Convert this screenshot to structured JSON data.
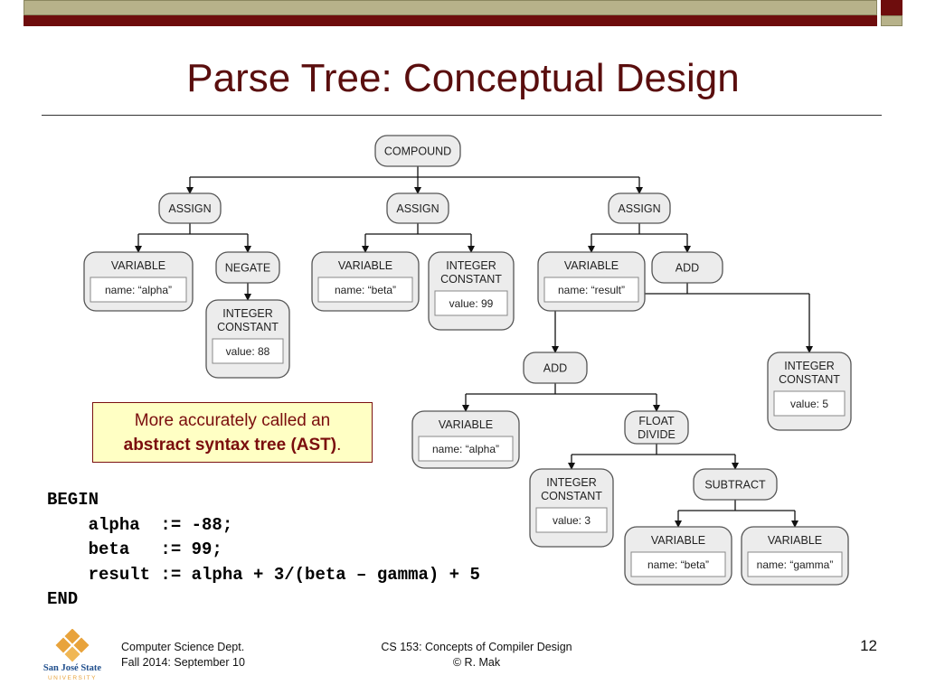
{
  "slide": {
    "title": "Parse Tree: Conceptual Design",
    "note": {
      "line1": "More accurately called an",
      "bold": "abstract syntax tree (AST)",
      "tail": "."
    },
    "code": [
      "BEGIN",
      "    alpha  := -88;",
      "    beta   := 99;",
      "    result := alpha + 3/(beta – gamma) + 5",
      "END"
    ],
    "footer": {
      "left_line1": "Computer Science Dept.",
      "left_line2": "Fall 2014: September 10",
      "center_line1": "CS 153: Concepts of Compiler Design",
      "center_line2": "© R. Mak",
      "page_number": "12"
    },
    "logo": {
      "line1": "San José State",
      "line2": "UNIVERSITY",
      "colors": {
        "gold": "#e8a33c",
        "blue": "#1f4e8c"
      }
    },
    "colors": {
      "title": "#5a0e0e",
      "bar_dark": "#6e0d0d",
      "bar_olive": "#b7b28a",
      "note_bg": "#ffffc4",
      "note_text": "#7a0d0d"
    }
  },
  "tree": {
    "nodes": [
      {
        "id": "compound",
        "lines": [
          "COMPOUND"
        ]
      },
      {
        "id": "assign1",
        "lines": [
          "ASSIGN"
        ]
      },
      {
        "id": "assign2",
        "lines": [
          "ASSIGN"
        ]
      },
      {
        "id": "assign3",
        "lines": [
          "ASSIGN"
        ]
      },
      {
        "id": "var-alpha",
        "lines": [
          "VARIABLE"
        ],
        "value": "name: “alpha”"
      },
      {
        "id": "negate",
        "lines": [
          "NEGATE"
        ]
      },
      {
        "id": "int88",
        "lines": [
          "INTEGER",
          "CONSTANT"
        ],
        "value": "value: 88"
      },
      {
        "id": "var-beta",
        "lines": [
          "VARIABLE"
        ],
        "value": "name: “beta”"
      },
      {
        "id": "int99",
        "lines": [
          "INTEGER",
          "CONSTANT"
        ],
        "value": "value: 99"
      },
      {
        "id": "var-result",
        "lines": [
          "VARIABLE"
        ],
        "value": "name: “result”"
      },
      {
        "id": "add1",
        "lines": [
          "ADD"
        ]
      },
      {
        "id": "add2",
        "lines": [
          "ADD"
        ]
      },
      {
        "id": "int5",
        "lines": [
          "INTEGER",
          "CONSTANT"
        ],
        "value": "value: 5"
      },
      {
        "id": "var-alpha2",
        "lines": [
          "VARIABLE"
        ],
        "value": "name: “alpha”"
      },
      {
        "id": "fdiv",
        "lines": [
          "FLOAT",
          "DIVIDE"
        ]
      },
      {
        "id": "int3",
        "lines": [
          "INTEGER",
          "CONSTANT"
        ],
        "value": "value: 3"
      },
      {
        "id": "subtract",
        "lines": [
          "SUBTRACT"
        ]
      },
      {
        "id": "var-beta2",
        "lines": [
          "VARIABLE"
        ],
        "value": "name: “beta”"
      },
      {
        "id": "var-gamma",
        "lines": [
          "VARIABLE"
        ],
        "value": "name: “gamma”"
      }
    ],
    "edges": [
      [
        "compound",
        "assign1"
      ],
      [
        "compound",
        "assign2"
      ],
      [
        "compound",
        "assign3"
      ],
      [
        "assign1",
        "var-alpha"
      ],
      [
        "assign1",
        "negate"
      ],
      [
        "negate",
        "int88"
      ],
      [
        "assign2",
        "var-beta"
      ],
      [
        "assign2",
        "int99"
      ],
      [
        "assign3",
        "var-result"
      ],
      [
        "assign3",
        "add1"
      ],
      [
        "add1",
        "add2"
      ],
      [
        "add1",
        "int5"
      ],
      [
        "add2",
        "var-alpha2"
      ],
      [
        "add2",
        "fdiv"
      ],
      [
        "fdiv",
        "int3"
      ],
      [
        "fdiv",
        "subtract"
      ],
      [
        "subtract",
        "var-beta2"
      ],
      [
        "subtract",
        "var-gamma"
      ]
    ]
  }
}
